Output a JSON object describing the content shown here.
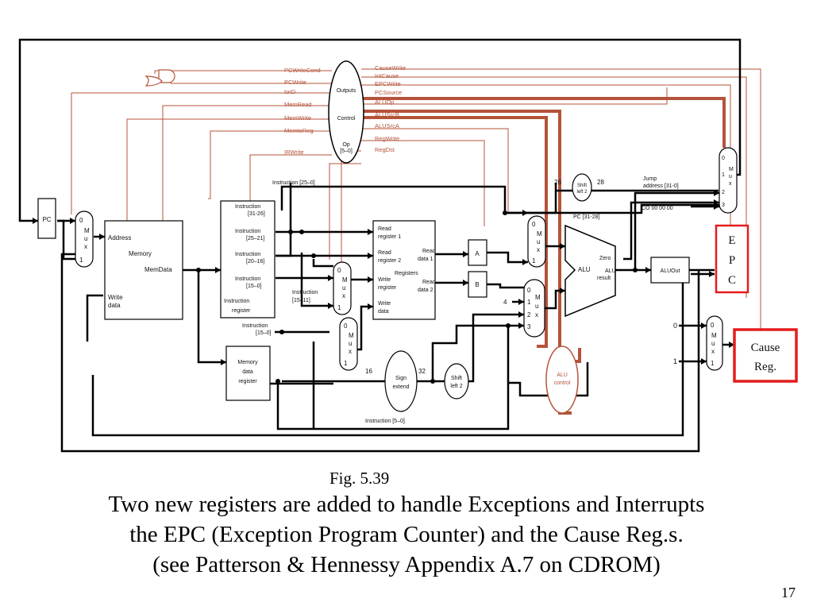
{
  "diagram": {
    "control_unit": {
      "outputs_label": "Outputs",
      "control_label": "Control",
      "op_label": "Op",
      "op_bits": "[5–0]",
      "left_signals": [
        "PCWriteCond",
        "PCWrite",
        "IorD",
        "MemRead",
        "MemWrite",
        "MemtoReg",
        "IRWrite"
      ],
      "right_signals": [
        "CauseWrite",
        "IntCause",
        "EPCWrite",
        "PCSource",
        "ALUOp",
        "ALUSrcB",
        "ALUSrcA",
        "RegWrite",
        "RegDst"
      ]
    },
    "pc_label": "PC",
    "memory": {
      "address": "Address",
      "title": "Memory",
      "memdata": "MemData",
      "write_data_1": "Write",
      "write_data_2": "data"
    },
    "instruction_register": {
      "fields": [
        "Instruction",
        "[31-26]",
        "Instruction",
        "[25–21]",
        "Instruction",
        "[20–16]",
        "Instruction",
        "[15–0]"
      ],
      "title_1": "Instruction",
      "title_2": "register",
      "bottom_1": "Instruction",
      "bottom_2": "[15–0]"
    },
    "instr_25_0": "Instruction [25–0]",
    "instr_15_11_1": "Instruction",
    "instr_15_11_2": "[15–11]",
    "instr_5_0": "Instruction [5–0]",
    "mdr": [
      "Memory",
      "data",
      "register"
    ],
    "registers": {
      "title": "Registers",
      "read_reg_1": [
        "Read",
        "register 1"
      ],
      "read_reg_2": [
        "Read",
        "register 2"
      ],
      "write_reg": [
        "Write",
        "register"
      ],
      "write_data": [
        "Write",
        "data"
      ],
      "read_data_1": [
        "Read",
        "data 1"
      ],
      "read_data_2": [
        "Read",
        "data 2"
      ]
    },
    "reg_a": "A",
    "reg_b": "B",
    "sign_extend": [
      "Sign",
      "extend"
    ],
    "shift_left_2": [
      "Shift",
      "left 2"
    ],
    "bits_16": "16",
    "bits_32": "32",
    "bits_26": "26",
    "bits_28": "28",
    "alu": {
      "label": "ALU",
      "zero": "Zero",
      "result_1": "ALU",
      "result_2": "result"
    },
    "alu_control": [
      "ALU",
      "control"
    ],
    "aluout": "ALUOut",
    "jump_address_1": "Jump",
    "jump_address_2": "address [31-0]",
    "co_const": "CO 00 00 00",
    "pc_31_28": "PC [31-28]",
    "mux_letters": [
      "M",
      "u",
      "x"
    ],
    "mux_inputs": {
      "zero": "0",
      "one": "1",
      "two": "2",
      "three": "3",
      "four": "4"
    },
    "epc_letters": [
      "E",
      "P",
      "C"
    ],
    "cause_label_1": "Cause",
    "cause_label_2": "Reg.",
    "cause_in_0": "0",
    "cause_in_1": "1",
    "colors": {
      "control": "#b4533a",
      "highlight": "#e31d1d",
      "wire": "#000000"
    }
  },
  "figure_label": "Fig. 5.39",
  "caption_lines": [
    "Two new registers are added to handle Exceptions and Interrupts",
    "the EPC (Exception Program Counter) and the Cause Reg.s.",
    "(see Patterson & Hennessy Appendix A.7 on CDROM)"
  ],
  "page_number": "17"
}
